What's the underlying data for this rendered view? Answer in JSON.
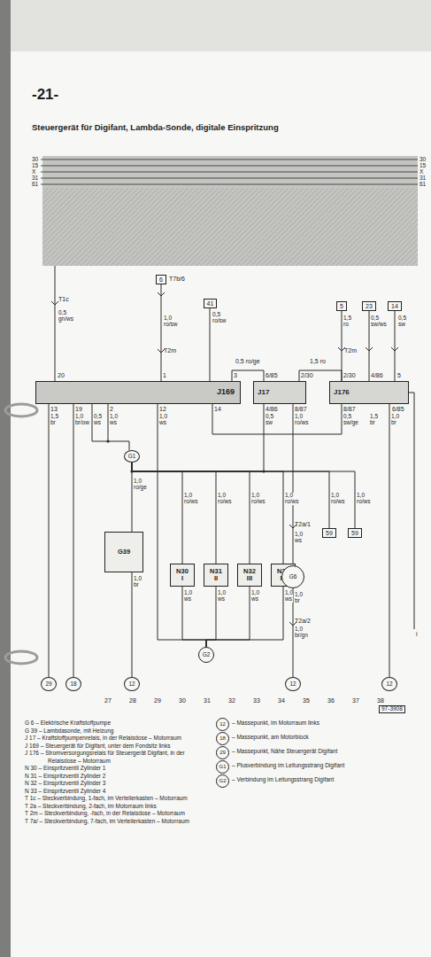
{
  "diagram": {
    "title": "Steuergerät für Digifant, Lambda-Sonde, digitale Einspritzung",
    "nodes": [
      {
        "text": [
          "6"
        ]
      },
      {
        "text": [
          "41"
        ]
      },
      {
        "text": [
          "5"
        ]
      },
      {
        "text": [
          "23"
        ]
      },
      {
        "text": [
          "14"
        ]
      },
      {
        "text": [
          "J169"
        ]
      },
      {
        "text": [
          "J17"
        ]
      },
      {
        "text": [
          "J176"
        ]
      },
      {
        "text": [
          "G1"
        ]
      },
      {
        "text": [
          "G39"
        ]
      },
      {
        "text": [
          "N30",
          "I"
        ]
      },
      {
        "text": [
          "N31",
          "II"
        ]
      },
      {
        "text": [
          "N32",
          "III"
        ]
      },
      {
        "text": [
          "N33",
          "IV"
        ]
      },
      {
        "text": [
          "G6"
        ]
      },
      {
        "text": [
          "59"
        ]
      },
      {
        "text": [
          "59"
        ]
      },
      {
        "text": [
          "G2"
        ]
      },
      {
        "text": [
          "29"
        ]
      },
      {
        "text": [
          "18"
        ]
      },
      {
        "text": [
          "12"
        ]
      },
      {
        "text": [
          "12"
        ]
      },
      {
        "text": [
          "12"
        ]
      }
    ],
    "edges": [
      {
        "from": 0,
        "to": 5,
        "arrow": "none"
      },
      {
        "from": 1,
        "to": 5,
        "arrow": "none"
      },
      {
        "from": 2,
        "to": 7,
        "arrow": "none"
      },
      {
        "from": 3,
        "to": 7,
        "arrow": "none"
      },
      {
        "from": 4,
        "to": 7,
        "arrow": "none"
      },
      {
        "from": 5,
        "to": 6,
        "arrow": "none"
      },
      {
        "from": 6,
        "to": 7,
        "arrow": "none"
      },
      {
        "from": 5,
        "to": 7,
        "arrow": "none"
      },
      {
        "from": 5,
        "to": 18,
        "arrow": "none"
      },
      {
        "from": 5,
        "to": 19,
        "arrow": "none"
      },
      {
        "from": 5,
        "to": 8,
        "arrow": "none"
      },
      {
        "from": 8,
        "to": 9,
        "arrow": "none"
      },
      {
        "from": 8,
        "to": 10,
        "arrow": "none"
      },
      {
        "from": 8,
        "to": 11,
        "arrow": "none"
      },
      {
        "from": 8,
        "to": 12,
        "arrow": "none"
      },
      {
        "from": 8,
        "to": 13,
        "arrow": "none"
      },
      {
        "from": 8,
        "to": 15,
        "arrow": "none"
      },
      {
        "from": 8,
        "to": 16,
        "arrow": "none"
      },
      {
        "from": 6,
        "to": 14,
        "arrow": "none"
      },
      {
        "from": 5,
        "to": 17,
        "arrow": "none"
      },
      {
        "from": 10,
        "to": 17,
        "arrow": "none"
      },
      {
        "from": 11,
        "to": 17,
        "arrow": "none"
      },
      {
        "from": 12,
        "to": 17,
        "arrow": "none"
      },
      {
        "from": 13,
        "to": 17,
        "arrow": "none"
      },
      {
        "from": 9,
        "to": 20,
        "arrow": "none"
      },
      {
        "from": 14,
        "to": 21,
        "arrow": "none"
      },
      {
        "from": 7,
        "to": 22,
        "arrow": "none"
      }
    ],
    "labels": [
      "-21-",
      "30",
      "15",
      "X",
      "31",
      "61",
      "30",
      "15",
      "X",
      "31",
      "61",
      "T1c",
      "0,5 gn/ws",
      "T7b/6",
      "1,0 ro/sw",
      "T2m",
      "0,5 ro/sw",
      "1,5 ro",
      "0,5 sw/ws",
      "0,5 sw",
      "T2m",
      "0,5 ro/ge",
      "1,5 ro",
      "20",
      "1",
      "3",
      "13",
      "19",
      "2",
      "12",
      "14",
      "6/85",
      "2/30",
      "4/86",
      "8/87",
      "2/30",
      "4/86",
      "5",
      "8/87",
      "6/85",
      "1,5 br",
      "1,0 br/ow",
      "0,5 ws",
      "1,0 ws",
      "1,0 ws",
      "0,5 sw",
      "1,0 ro/ws",
      "0,5 sw/ge",
      "1,5 br",
      "1,0 br",
      "1,0 ro/ge",
      "1,0 ro/ws",
      "1,0 ro/ws",
      "1,0 ro/ws",
      "1,0 ro/ws",
      "1,0 ro/ws",
      "1,0 ro/ws",
      "T2a/1",
      "1,0 ws",
      "1,0 br",
      "1,0 ws",
      "1,0 ws",
      "1,0 ws",
      "1,0 ws",
      "1,0 br",
      "T2a/2",
      "1,0 br/gn",
      "27",
      "28",
      "29",
      "30",
      "31",
      "32",
      "33",
      "34",
      "35",
      "36",
      "37",
      "38",
      "97-3908",
      "i",
      "12",
      "18",
      "29",
      "G1",
      "G2"
    ],
    "legend": [
      {
        "text": "G 6 – Elektrische Kraftstoffpumpe"
      },
      {
        "text": "G 39 – Lambdasonde, mit Heizung"
      },
      {
        "text": "J 17 – Kraftstoffpumpenrelais, in der Relaisdose – Motorraum"
      },
      {
        "text": "J 169 – Steuergerät für Digifant, unter dem Fondsitz links"
      },
      {
        "text": "J 176 – Stromversorgungsrelais für Steuergerät Digifant, in der Relaisdose – Motorraum"
      },
      {
        "text": "N 30 – Einspritzventil Zylinder 1"
      },
      {
        "text": "N 31 – Einspritzventil Zylinder 2"
      },
      {
        "text": "N 32 – Einspritzventil Zylinder 3"
      },
      {
        "text": "N 33 – Einspritzventil Zylinder 4"
      },
      {
        "text": "T 1c – Steckverbindung, 1-fach, im Verteilerkasten – Motorraum"
      },
      {
        "text": "T 2a – Steckverbindung, 2-fach, im Motorraum links"
      },
      {
        "text": "T 2m – Steckverbindung, -fach, in der Relaisdose – Motorraum"
      },
      {
        "text": "T 7a/ – Steckverbindung, 7-fach, im Verteilerkasten – Motorraum"
      },
      {
        "text": "– Massepunkt, im Motorraum links"
      },
      {
        "text": "– Massepunkt, am Motorblock"
      },
      {
        "text": "– Massepunkt, Nähe Steuergerät Digifant"
      },
      {
        "text": "– Plusverbindung im Leitungsstrang Digifant"
      },
      {
        "text": "– Verbindung im Leitungsstrang Digifant"
      }
    ]
  }
}
